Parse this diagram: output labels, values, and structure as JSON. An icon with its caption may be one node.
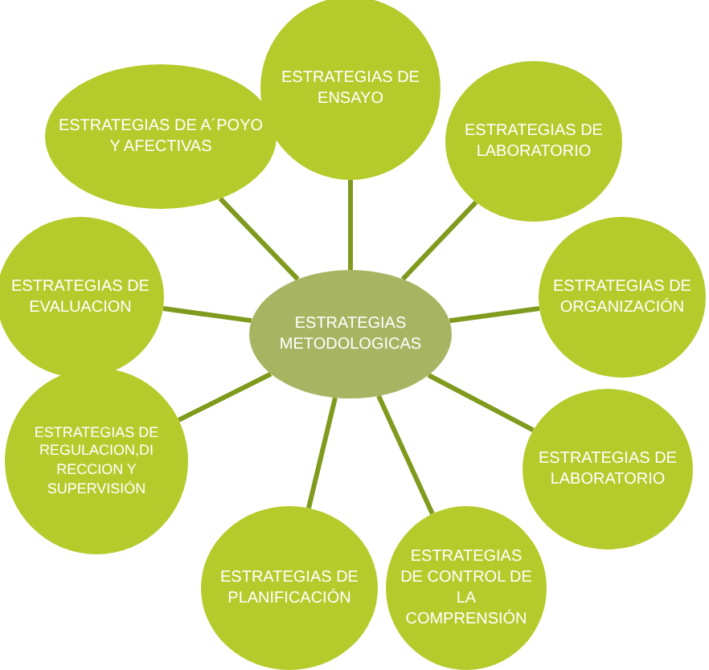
{
  "diagram": {
    "nodes": [
      {
        "text": [
          "ESTRATEGIAS METODOLOGICAS"
        ]
      },
      {
        "text": [
          "ESTRATEGIAS DE ENSAYO"
        ]
      },
      {
        "text": [
          "ESTRATEGIAS DE LABORATORIO"
        ]
      },
      {
        "text": [
          "ESTRATEGIAS DE ORGANIZACIÓN"
        ]
      },
      {
        "text": [
          "ESTRATEGIAS DE LABORATORIO"
        ]
      },
      {
        "text": [
          "ESTRATEGIAS DE CONTROL DE LA COMPRENSIÓN"
        ]
      },
      {
        "text": [
          "ESTRATEGIAS DE PLANIFICACIÓN"
        ]
      },
      {
        "text": [
          "ESTRATEGIAS DE REGULACION,DI RECCION Y SUPERVISIÓN"
        ]
      },
      {
        "text": [
          "ESTRATEGIAS DE EVALUACION"
        ]
      },
      {
        "text": [
          "ESTRATEGIAS DE A´POYO Y AFECTIVAS"
        ]
      }
    ],
    "edges": [
      {
        "from": 0,
        "to": 1,
        "arrow": "none"
      },
      {
        "from": 0,
        "to": 2,
        "arrow": "none"
      },
      {
        "from": 0,
        "to": 3,
        "arrow": "none"
      },
      {
        "from": 0,
        "to": 4,
        "arrow": "none"
      },
      {
        "from": 0,
        "to": 5,
        "arrow": "none"
      },
      {
        "from": 0,
        "to": 6,
        "arrow": "none"
      },
      {
        "from": 0,
        "to": 7,
        "arrow": "none"
      },
      {
        "from": 0,
        "to": 8,
        "arrow": "none"
      },
      {
        "from": 0,
        "to": 9,
        "arrow": "none"
      }
    ]
  }
}
